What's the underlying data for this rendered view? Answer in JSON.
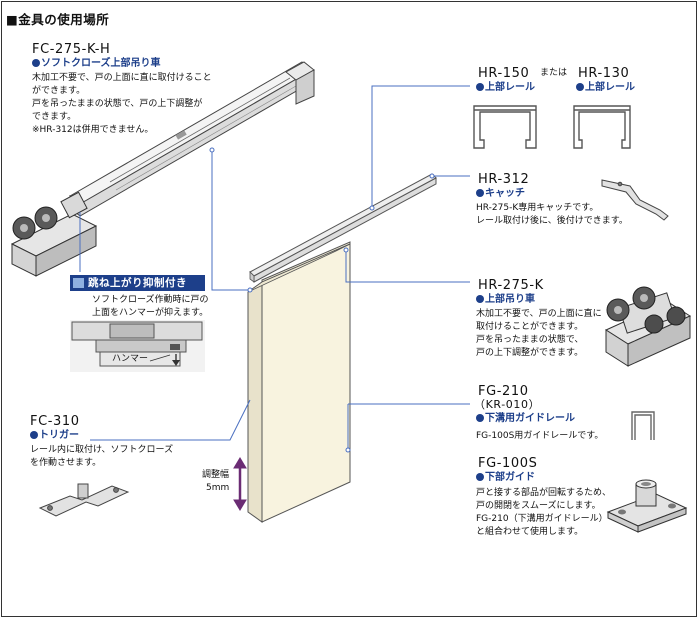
{
  "header": {
    "title": "■金具の使用場所"
  },
  "fc275": {
    "code": "FC-275-K-H",
    "sub": "ソフトクローズ上部吊り車",
    "desc": [
      "木加工不要で、戸の上面に直に取付けること",
      "ができます。",
      "戸を吊ったままの状態で、戸の上下調整が",
      "できます。",
      "※HR-312は併用できません。"
    ]
  },
  "banner": {
    "label": "跳ね上がり抑制付き",
    "desc": [
      "ソフトクローズ作動時に戸の",
      "上面をハンマーが抑えます。"
    ],
    "hammer": "ハンマー"
  },
  "hr150": {
    "code": "HR-150",
    "or": "または",
    "sub": "上部レール"
  },
  "hr130": {
    "code": "HR-130",
    "sub": "上部レール"
  },
  "hr312": {
    "code": "HR-312",
    "sub": "キャッチ",
    "desc": [
      "HR-275-K専用キャッチです。",
      "レール取付け後に、後付けできます。"
    ]
  },
  "hr275": {
    "code": "HR-275-K",
    "sub": "上部吊り車",
    "desc": [
      "木加工不要で、戸の上面に直に",
      "取付けることができます。",
      "戸を吊ったままの状態で、",
      "戸の上下調整ができます。"
    ]
  },
  "fc310": {
    "code": "FC-310",
    "sub": "トリガー",
    "desc": [
      "レール内に取付け、ソフトクローズ",
      "を作動させます。"
    ]
  },
  "adjust": {
    "line1": "調整幅",
    "line2": "5mm"
  },
  "fg210": {
    "code": "FG-210",
    "code2": "（KR-010）",
    "sub": "下溝用ガイドレール",
    "desc": [
      "FG-100S用ガイドレールです。"
    ]
  },
  "fg100": {
    "code": "FG-100S",
    "sub": "下部ガイド",
    "desc": [
      "戸と接する部品が回転するため、",
      "戸の開閉をスムーズにします。",
      "FG-210（下溝用ガイドレール）",
      "と組合わせて使用します。"
    ]
  },
  "colors": {
    "accent": "#1d3f8a",
    "door": "#f8f3df",
    "leader": "#4a6fc0",
    "arrow": "#6b2c74"
  }
}
